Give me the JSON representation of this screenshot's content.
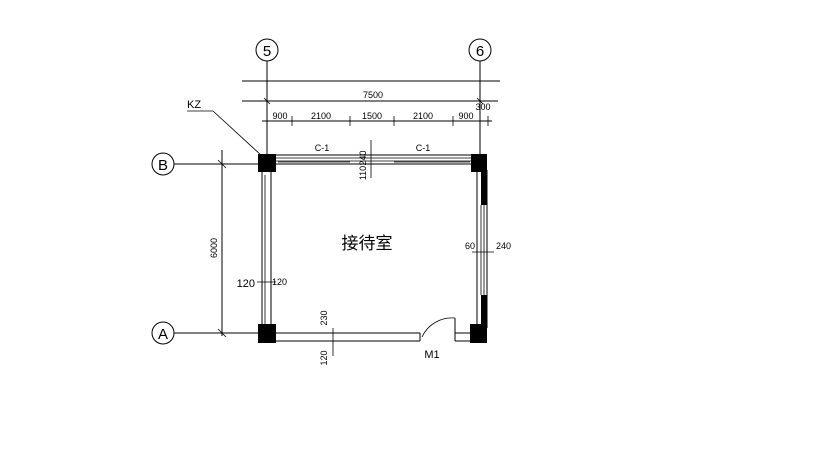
{
  "axes": {
    "five": "5",
    "six": "6",
    "b": "B",
    "a": "A"
  },
  "labels": {
    "kz": "KZ",
    "room": "接待室",
    "door": "M1",
    "window_left": "C-1",
    "window_right": "C-1"
  },
  "dimensions": {
    "overall": "7500",
    "seg1": "900",
    "seg2": "2100",
    "seg3": "1500",
    "seg4": "2100",
    "seg5": "900",
    "seg6": "300",
    "vertical": "6000",
    "top_wall_240": "240",
    "top_wall_110": "110",
    "right_wall_60": "60",
    "right_wall_240": "240",
    "left_wall_120a": "120",
    "left_wall_120b": "120",
    "bottom_wall_230": "230",
    "bottom_wall_120": "120"
  }
}
